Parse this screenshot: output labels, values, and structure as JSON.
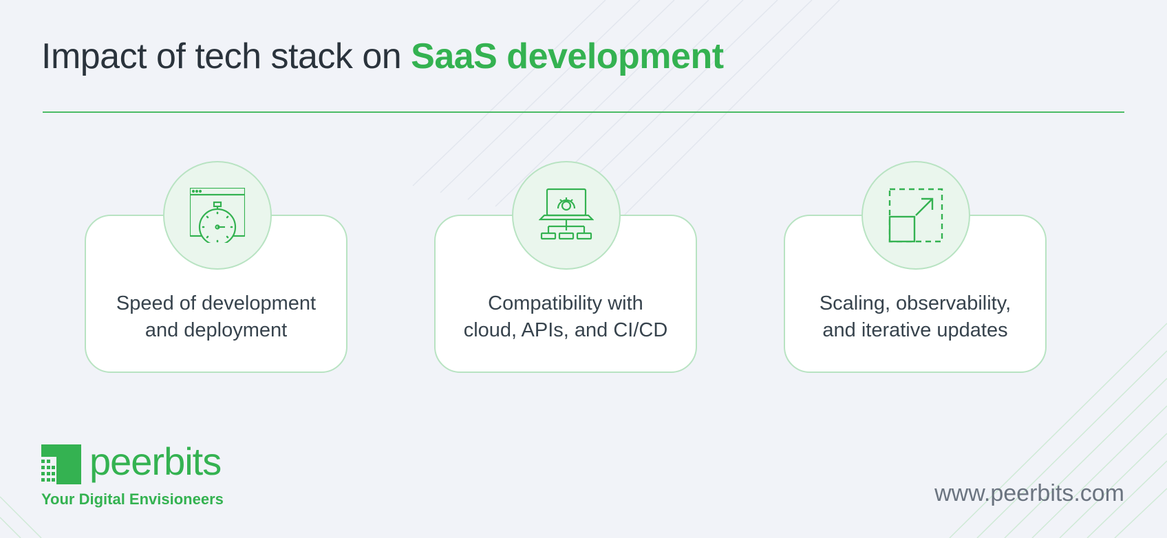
{
  "header": {
    "title_plain": "Impact of tech stack on",
    "title_accent": "SaaS development"
  },
  "cards": [
    {
      "line1": "Speed of development",
      "line2": "and deployment",
      "icon": "stopwatch-browser-icon"
    },
    {
      "line1": "Compatibility with",
      "line2": "cloud, APIs, and CI/CD",
      "icon": "laptop-network-icon"
    },
    {
      "line1": "Scaling, observability,",
      "line2": "and iterative updates",
      "icon": "scale-up-icon"
    }
  ],
  "footer": {
    "brand": "peerbits",
    "tagline": "Your Digital Envisioneers",
    "website": "www.peerbits.com"
  },
  "colors": {
    "accent": "#34b251",
    "text": "#2a333c",
    "card_border": "#b8e3c2",
    "background": "#f1f3f8"
  }
}
